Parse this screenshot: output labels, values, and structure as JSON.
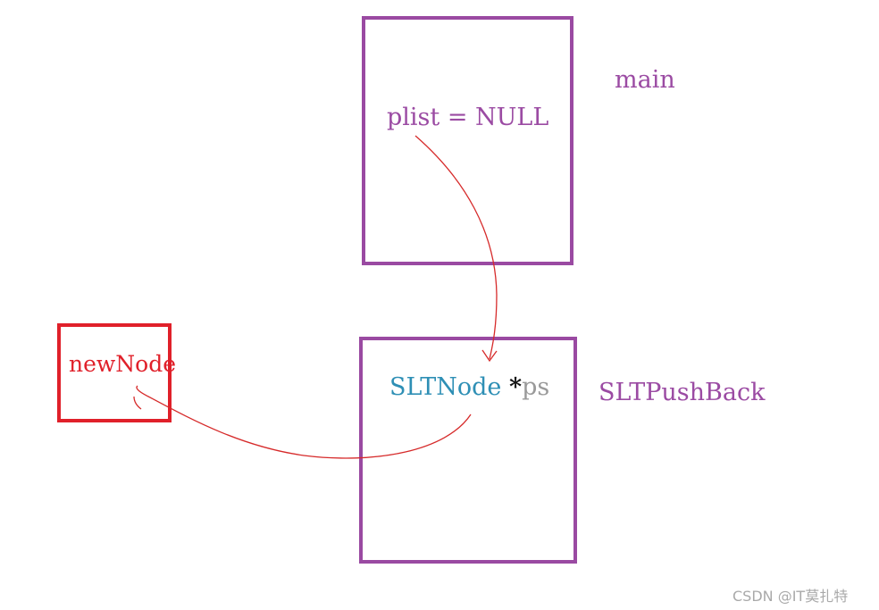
{
  "diagram": {
    "main_frame": {
      "label": "main",
      "content": "plist = NULL"
    },
    "pushback_frame": {
      "label": "SLTPushBack",
      "type_text": "SLTNode",
      "star_text": "*",
      "param_text": "ps"
    },
    "new_node": {
      "label": "newNode"
    }
  },
  "watermark": "CSDN @IT莫扎特",
  "colors": {
    "frame_border": "#9a4aa2",
    "frame_text": "#9b4ba3",
    "node_border": "#e0202a",
    "node_text": "#e0202a",
    "arrow": "#d62a2a",
    "type_text": "#2e8fb5",
    "param_text": "#9a9a9a"
  }
}
